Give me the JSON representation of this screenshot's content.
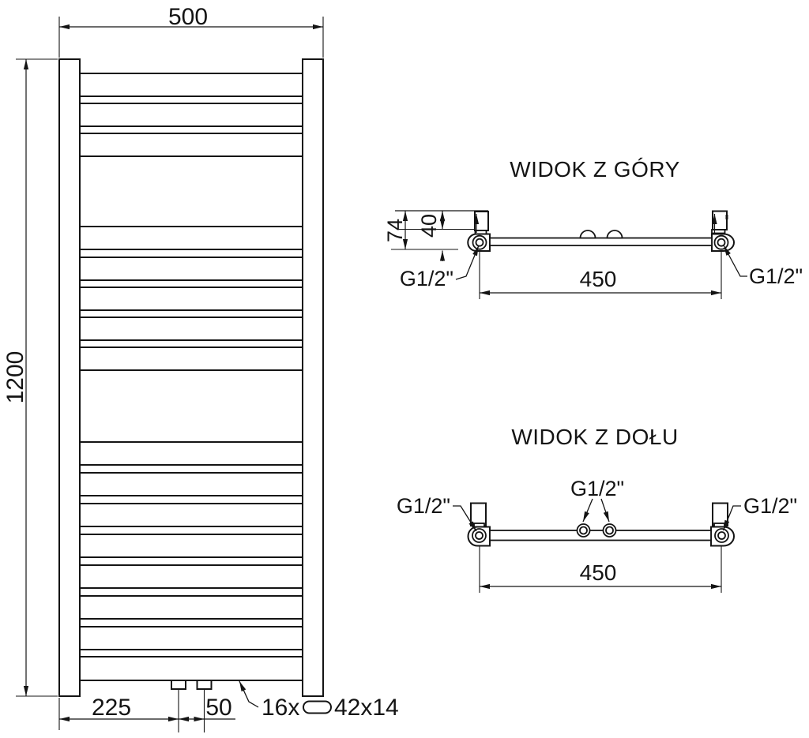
{
  "drawing": {
    "front_view": {
      "width": "500",
      "height": "1200",
      "bottom_offset": "225",
      "bottom_spacing": "50",
      "tube_count": "16x",
      "tube_profile": "42x14"
    },
    "top_view": {
      "title": "WIDOK Z GÓRY",
      "depth_total": "74",
      "depth_axis": "40",
      "connection_spacing": "450",
      "left_connection": "G1/2\"",
      "right_connection": "G1/2\""
    },
    "bottom_view": {
      "title": "WIDOK Z DOŁU",
      "connection_spacing": "450",
      "left_connection": "G1/2\"",
      "center_connection": "G1/2\"",
      "right_connection": "G1/2\""
    },
    "colors": {
      "line": "#141414",
      "background": "#ffffff"
    }
  }
}
